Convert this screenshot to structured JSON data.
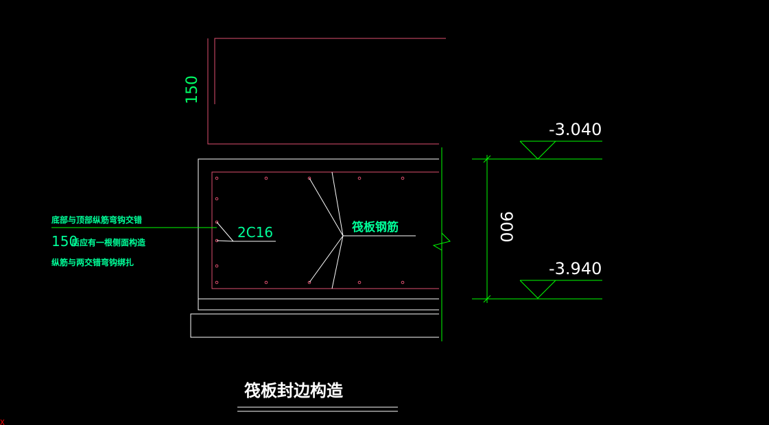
{
  "drawing": {
    "title": "筏板封边构造",
    "dim_top_label": "150",
    "dim_height_label": "900",
    "elevation_top": "-3.040",
    "elevation_bottom": "-3.940",
    "rebar_side_label": "2C16",
    "rebar_main_label": "筏板钢筋",
    "note_line_1": "底部与顶部纵筋弯钩交错",
    "note_line_2_num": "150",
    "note_line_2_text": "后应有一根侧面构造",
    "note_line_3": "纵筋与两交错弯钩绑扎"
  },
  "colors": {
    "background": "#000000",
    "outline": "#ffffff",
    "rebar": "#e05070",
    "leader": "#00ff00",
    "note_text": "#00ff99",
    "label_text": "#ffffff",
    "dim_text": "#00ff66",
    "axis_marker": "#ff0000"
  },
  "axis_marker_label": "X"
}
